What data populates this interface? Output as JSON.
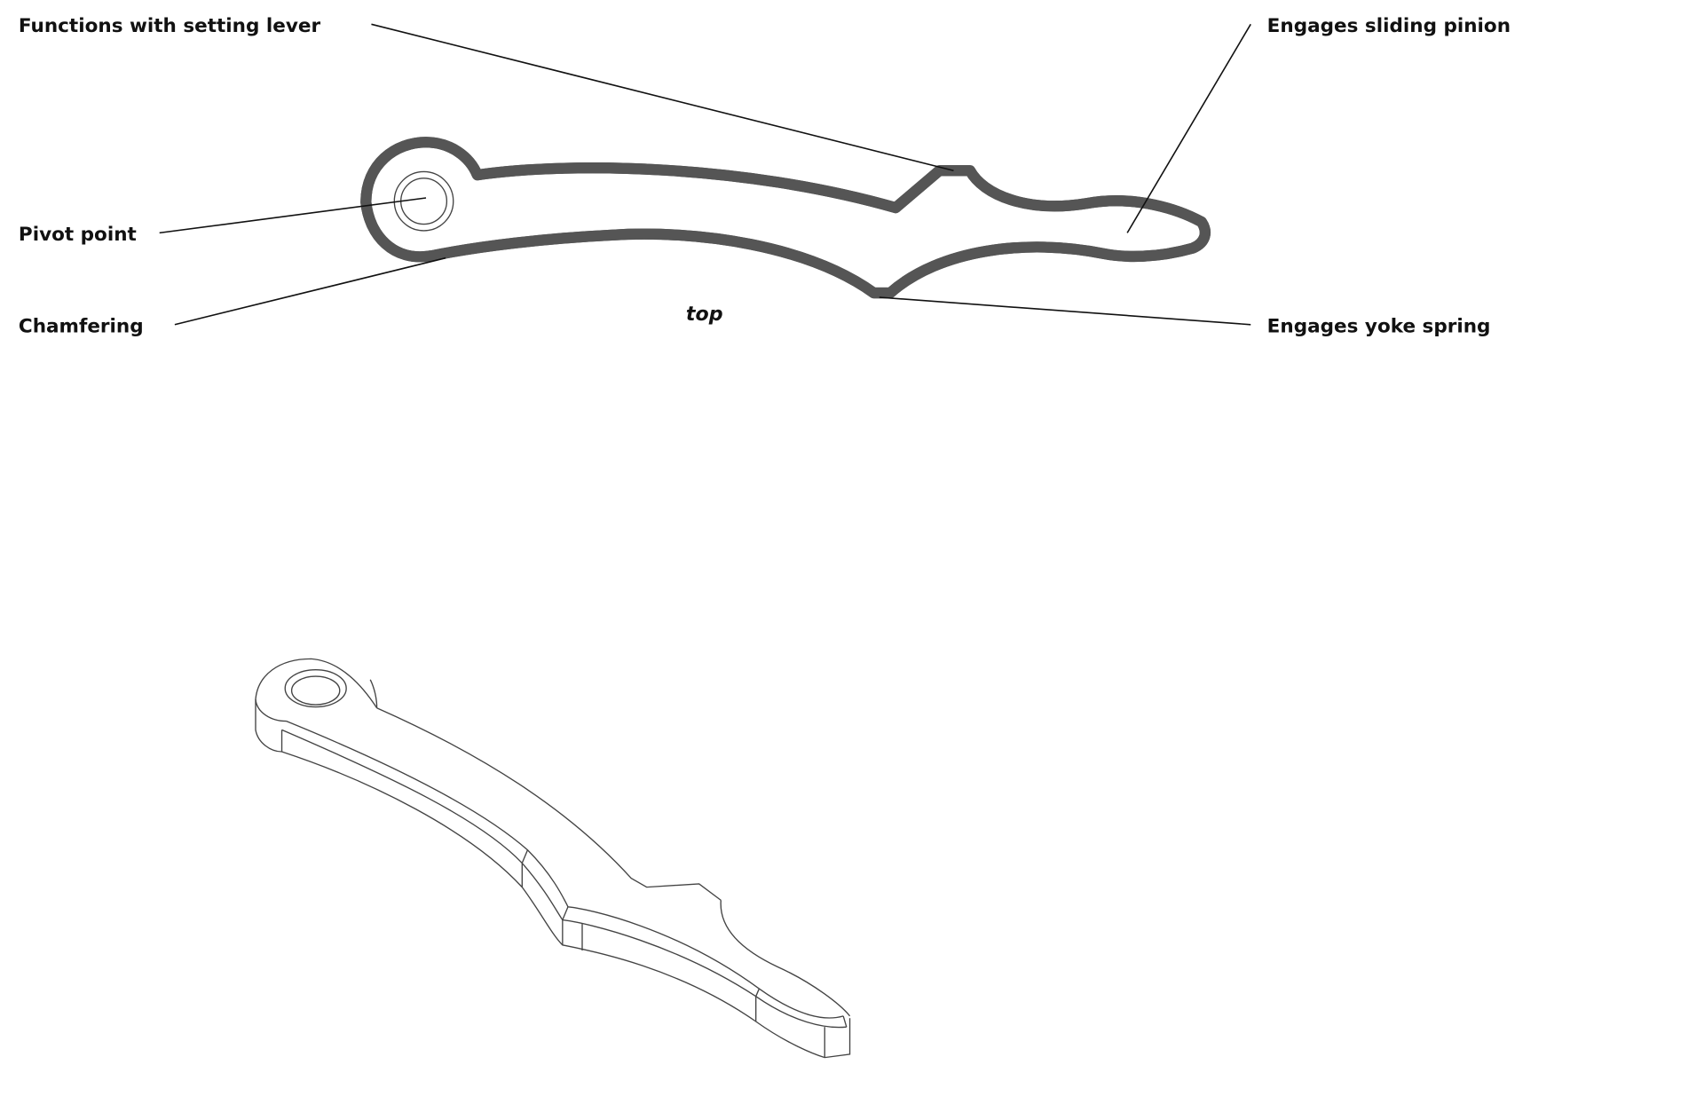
{
  "labels": {
    "setting_lever": "Functions with setting lever",
    "sliding_pinion": "Engages sliding pinion",
    "pivot": "Pivot point",
    "chamfering": "Chamfering",
    "yoke_spring": "Engages yoke spring"
  },
  "view_caption": "top"
}
